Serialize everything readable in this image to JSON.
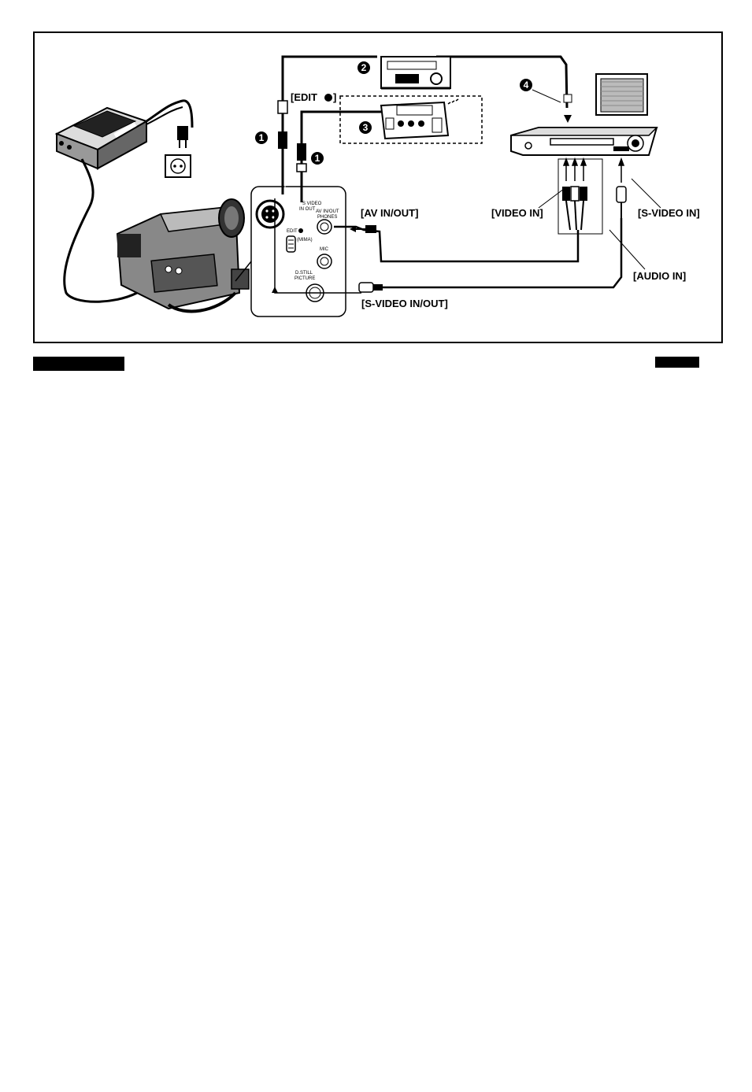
{
  "diagram": {
    "labels": {
      "edit_jack": "[EDIT",
      "edit_jack_end": "]",
      "av_in_out": "[AV IN/OUT]",
      "s_video_in_out": "[S-VIDEO IN/OUT]",
      "video_in": "[VIDEO IN]",
      "s_video_in": "[S-VIDEO IN]",
      "audio_in": "[AUDIO IN]"
    },
    "panel": {
      "s_video_jack": "S VIDEO",
      "s_video_jack_2": "IN OUT",
      "av_jack": "AV IN/OUT",
      "av_jack_2": "PHONES",
      "edit_jack": "EDIT",
      "remote": "(MIMA)",
      "mic_jack": "MIC",
      "still_jack": "D.STILL",
      "still_jack_2": "PICTURE"
    },
    "callouts": [
      "1",
      "2",
      "3",
      "4",
      "1"
    ]
  },
  "page_bars": [
    "",
    ""
  ]
}
